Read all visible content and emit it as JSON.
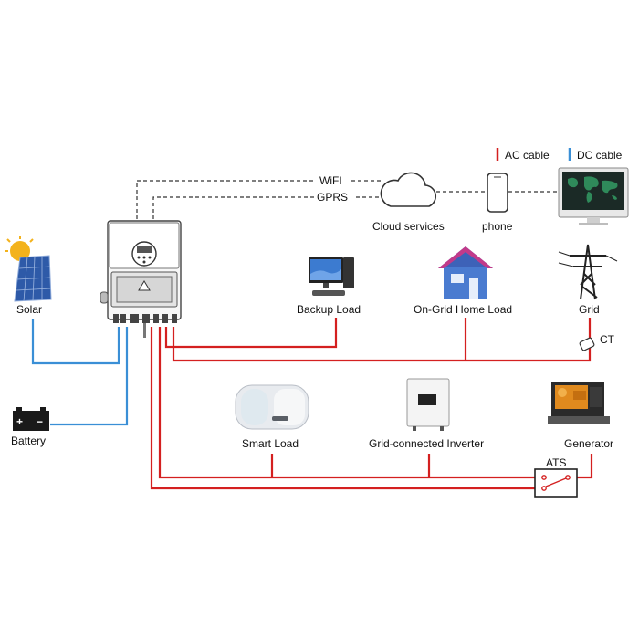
{
  "legend": {
    "ac_label": "AC cable",
    "dc_label": "DC cable",
    "ac_color": "#d42020",
    "dc_color": "#3a8fd6"
  },
  "links": {
    "wifi": "WiFI",
    "gprs": "GPRS"
  },
  "nodes": {
    "cloud": "Cloud services",
    "phone": "phone",
    "solar": "Solar",
    "battery": "Battery",
    "backup_load": "Backup Load",
    "home_load": "On-Grid Home Load",
    "grid": "Grid",
    "ct": "CT",
    "smart_load": "Smart Load",
    "grid_inverter": "Grid-connected Inverter",
    "generator": "Generator",
    "ats": "ATS"
  },
  "battery_symbol": {
    "plus": "+",
    "minus": "−"
  },
  "icons": [
    "solar-panel-icon",
    "battery-icon",
    "inverter-device",
    "cloud-icon",
    "phone-icon",
    "monitor-icon",
    "computer-icon",
    "house-icon",
    "transmission-tower-icon",
    "ct-clamp-icon",
    "water-heater-icon",
    "grid-inverter-icon",
    "generator-icon",
    "ats-switch"
  ]
}
